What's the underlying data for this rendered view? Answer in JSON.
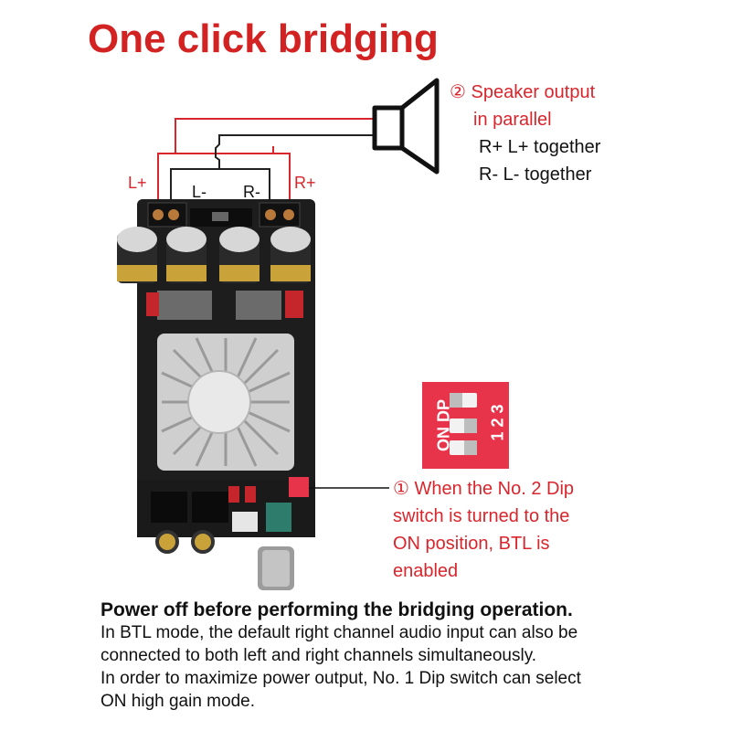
{
  "title": "One click bridging",
  "speaker_callout": {
    "line1": "② Speaker output",
    "line2": "in parallel",
    "line3": "R+ L+ together",
    "line4": "R- L- together"
  },
  "terminal_labels": {
    "l_plus": "L+",
    "l_minus": "L-",
    "r_minus": "R-",
    "r_plus": "R+"
  },
  "dip_callout": {
    "line1": "① When the No. 2 Dip",
    "line2": "switch is turned to the",
    "line3": "ON position, BTL is",
    "line4": "enabled"
  },
  "dip_labels": {
    "on_dp": "ON DP",
    "numbers": "1 2 3",
    "numbers_top": "3"
  },
  "footer": {
    "heading": "Power off before performing the bridging operation.",
    "lines": [
      "In BTL mode, the default right channel audio input can also be",
      "connected to both left and right channels simultaneously.",
      "In order to maximize power output, No. 1 Dip switch can select",
      "ON high gain mode."
    ]
  },
  "colors": {
    "title": "#d32222",
    "wire_red": "#d9252c",
    "wire_black": "#222222",
    "pcb": "#1d1d1d",
    "dip_red": "#e8344a"
  }
}
